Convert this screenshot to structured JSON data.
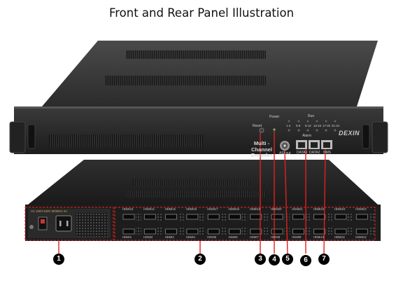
{
  "title": "Front and Rear Panel Illustration",
  "front_panel": {
    "reset": "Reset",
    "power": "Power",
    "run": "Run",
    "alarm": "Alarm",
    "led_groups": [
      "1-4",
      "5-8",
      "9-12",
      "13-16",
      "17-20",
      "21-24"
    ],
    "product_name": [
      "Multi - Channel",
      "Encoder"
    ],
    "asi_out": "ASI out",
    "ports": [
      "DATA1",
      "DATA2",
      "NMS"
    ],
    "brand": "DEXIN"
  },
  "rear_panel": {
    "power_label": "AC 100V-240V 50/60Hz 2A",
    "hdmi_top": [
      "HDMI13",
      "HDMI14",
      "HDMI15",
      "HDMI16",
      "HDMI17",
      "HDMI18",
      "HDMI19",
      "HDMI20",
      "HDMI21",
      "HDMI22",
      "HDMI23",
      "HDMI24"
    ],
    "hdmi_bottom": [
      "HDMI1",
      "HDMI2",
      "HDMI3",
      "HDMI4",
      "HDMI5",
      "HDMI6",
      "HDMI7",
      "HDMI8",
      "HDMI9",
      "HDMI10",
      "HDMI11",
      "HDMI12"
    ]
  },
  "callouts": [
    "1",
    "2",
    "3",
    "4",
    "5",
    "6",
    "7"
  ],
  "colors": {
    "callout_line": "#e02020",
    "dashed_box": "#d02020",
    "chassis": "#2a2a2a"
  }
}
